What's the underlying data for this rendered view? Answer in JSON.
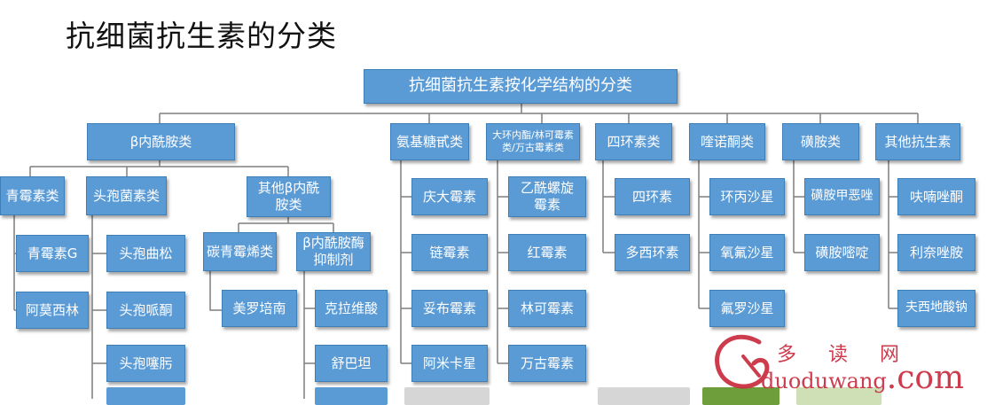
{
  "title": "抗细菌抗生素的分类",
  "root": "抗细菌抗生素按化学结构的分类",
  "categories": {
    "beta_lactam": "β内酰胺类",
    "aminoglycoside": "氨基糖甙类",
    "macrolide": "大环内酯/林可霉素类/万古霉素类",
    "tetracycline": "四环素类",
    "quinolone": "喹诺酮类",
    "sulfonamide": "磺胺类",
    "other": "其他抗生素"
  },
  "beta_lactam_children": {
    "penicillin": "青霉素类",
    "cephalosporin": "头孢菌素类",
    "other_beta": "其他β内酰胺类"
  },
  "other_beta_children": {
    "carbapenem": "碳青霉烯类",
    "inhibitor": "β内酰胺酶抑制剂"
  },
  "leaves": {
    "penicillin": [
      "青霉素G",
      "阿莫西林"
    ],
    "cephalosporin": [
      "头孢曲松",
      "头孢哌酮",
      "头孢噻肟"
    ],
    "carbapenem": [
      "美罗培南"
    ],
    "inhibitor": [
      "克拉维酸",
      "舒巴坦"
    ],
    "aminoglycoside": [
      "庆大霉素",
      "链霉素",
      "妥布霉素",
      "阿米卡星"
    ],
    "macrolide": [
      "乙酰螺旋霉素",
      "红霉素",
      "林可霉素",
      "万古霉素"
    ],
    "tetracycline": [
      "四环素",
      "多西环素"
    ],
    "quinolone": [
      "环丙沙星",
      "氧氟沙星",
      "氟罗沙星"
    ],
    "sulfonamide": [
      "磺胺甲恶唑",
      "磺胺嘧啶"
    ],
    "other": [
      "呋喃唑酮",
      "利奈唑胺",
      "夫西地酸钠"
    ]
  },
  "watermark": {
    "cn": "多读网",
    "url_main": "duoduwang",
    "url_tld": ".com"
  },
  "colors": {
    "node_fill": "#5b9bd5",
    "node_border": "#3f7fb8",
    "line": "#7f7f7f",
    "watermark": "#c8283a"
  }
}
